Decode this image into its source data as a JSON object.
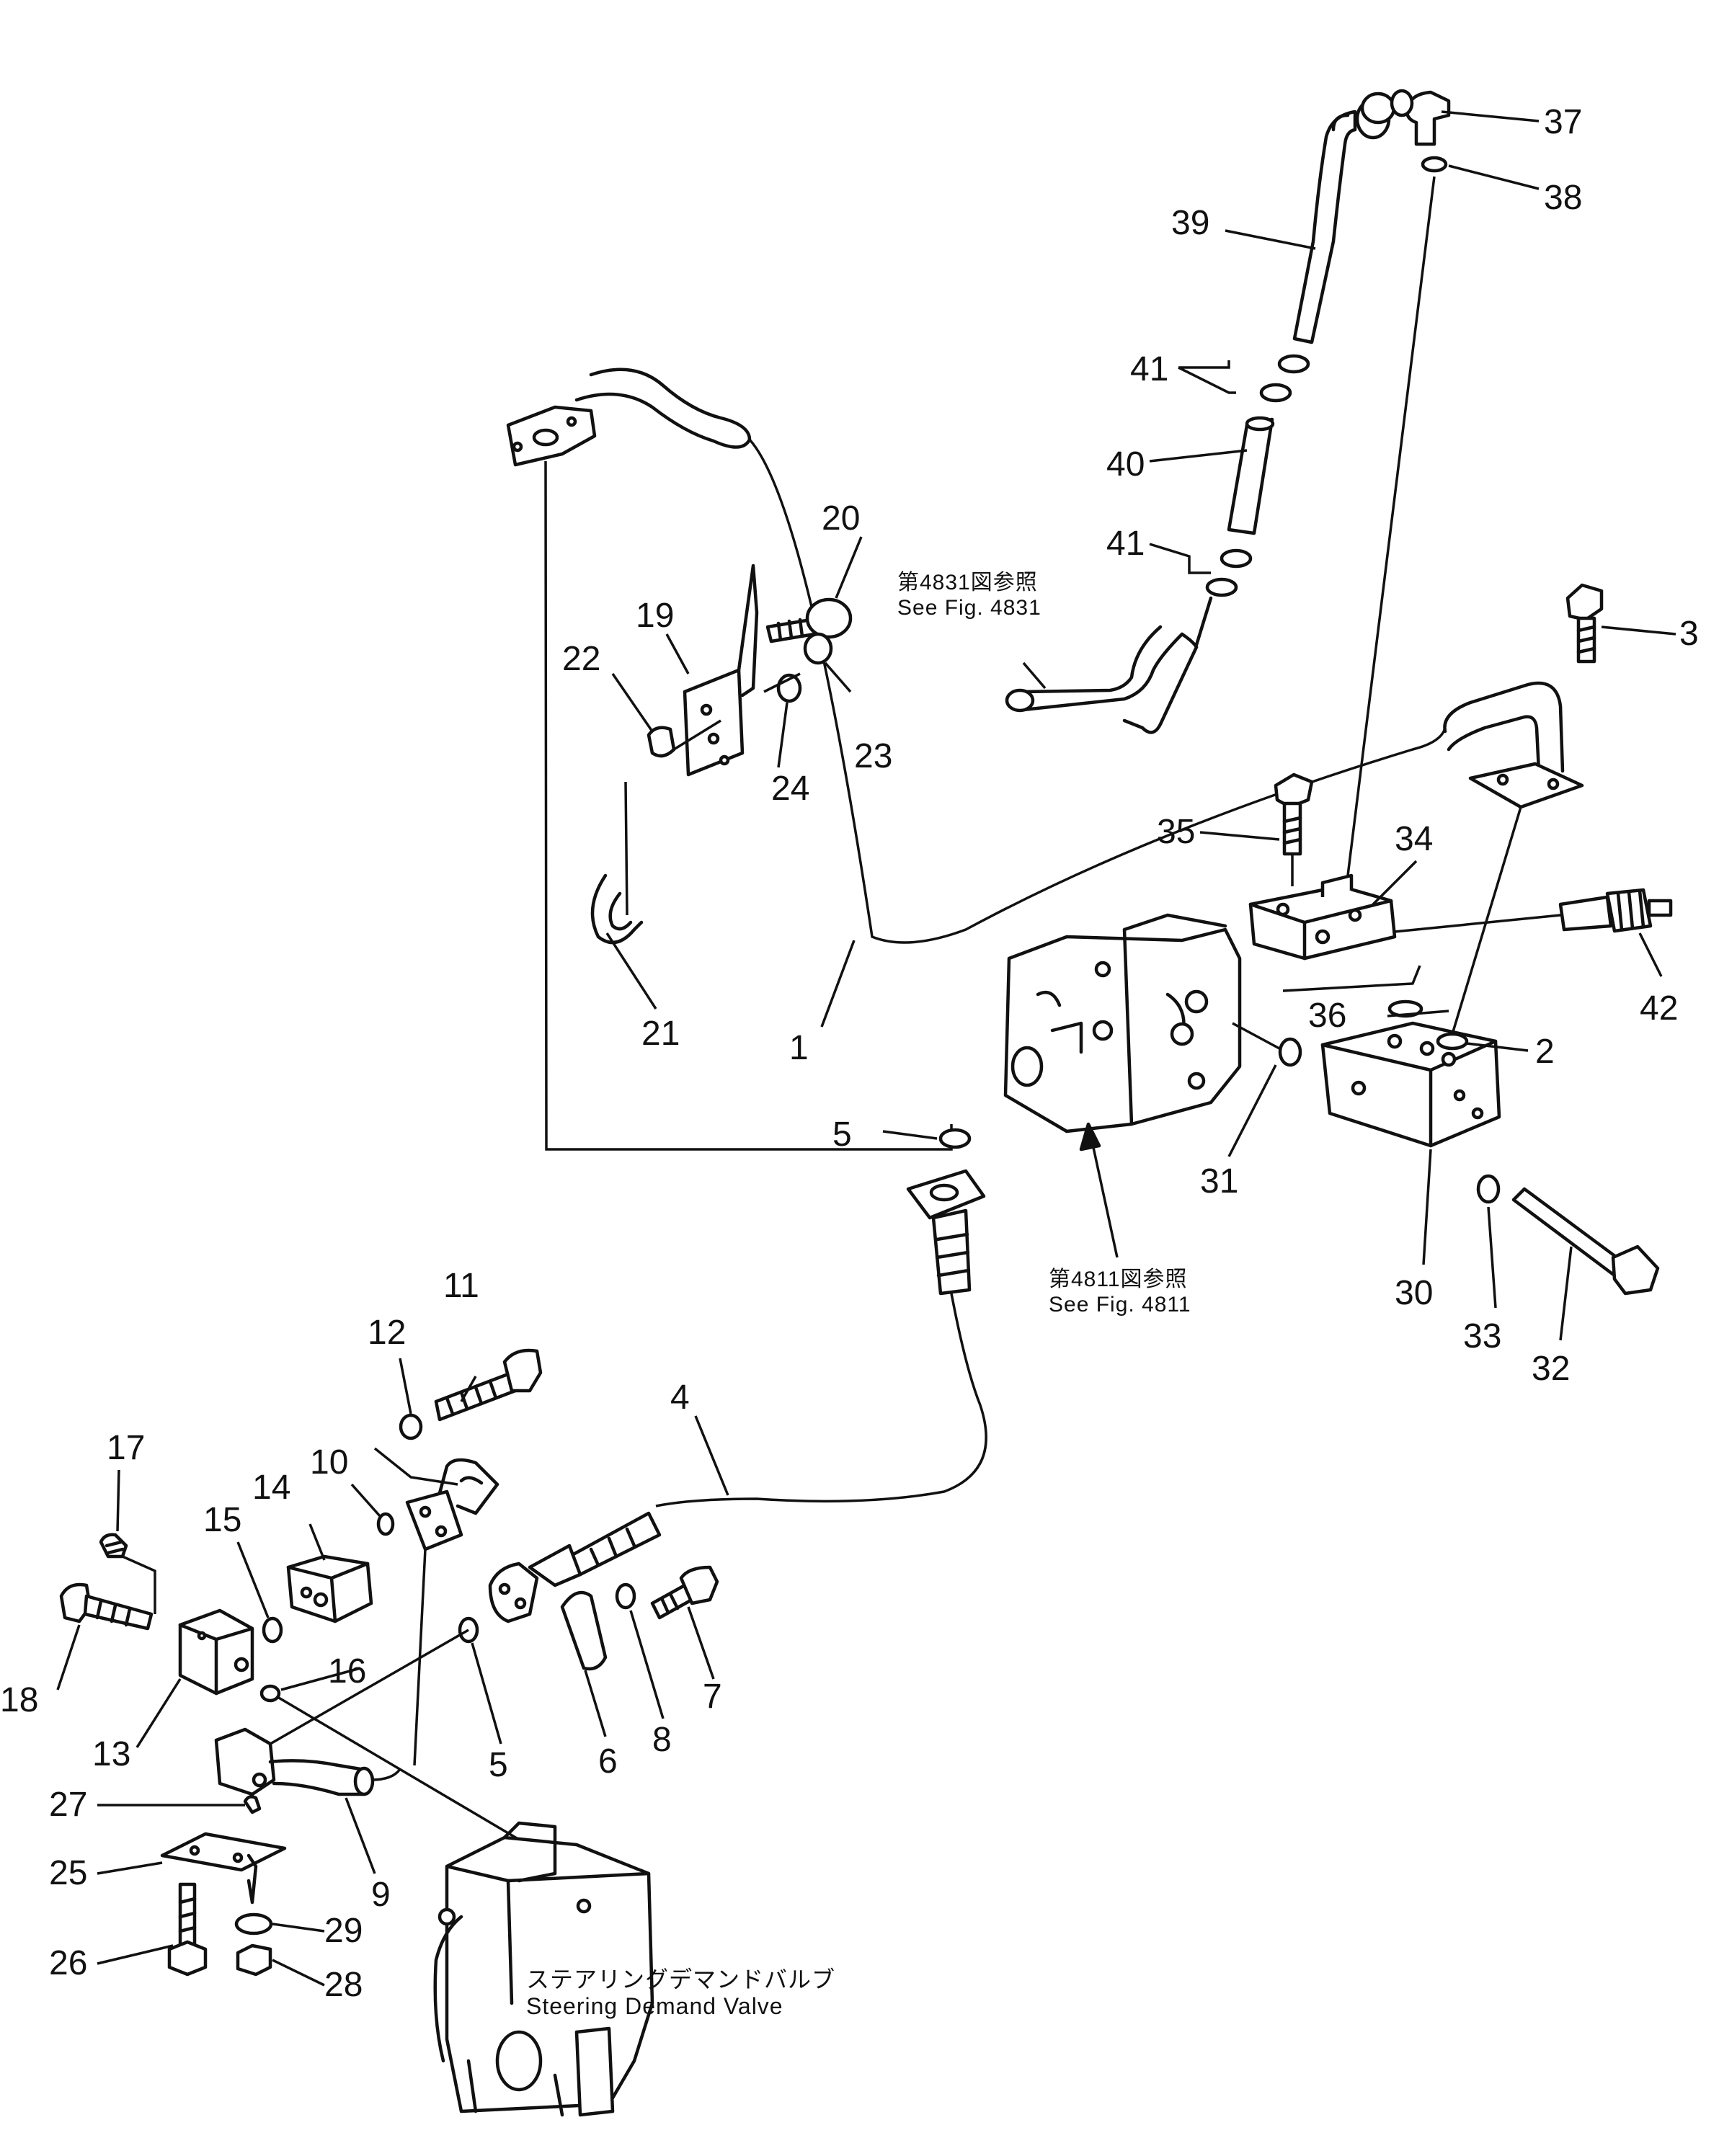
{
  "callouts": {
    "n1": "1",
    "n2": "2",
    "n3": "3",
    "n4": "4",
    "n5a": "5",
    "n5b": "5",
    "n6": "6",
    "n7": "7",
    "n8": "8",
    "n9": "9",
    "n10": "10",
    "n11": "11",
    "n12": "12",
    "n13": "13",
    "n14": "14",
    "n15": "15",
    "n16": "16",
    "n17": "17",
    "n18": "18",
    "n19": "19",
    "n20": "20",
    "n21": "21",
    "n22": "22",
    "n23": "23",
    "n24": "24",
    "n25": "25",
    "n26": "26",
    "n27": "27",
    "n28": "28",
    "n29": "29",
    "n30": "30",
    "n31": "31",
    "n32": "32",
    "n33": "33",
    "n34": "34",
    "n35": "35",
    "n36": "36",
    "n37": "37",
    "n38": "38",
    "n39": "39",
    "n40": "40",
    "n41a": "41",
    "n41b": "41",
    "n42": "42"
  },
  "references": {
    "fig4831_jp": "第4831図参照",
    "fig4831_en": "See  Fig.  4831",
    "fig4811_jp": "第4811図参照",
    "fig4811_en": "See  Fig.  4811"
  },
  "notes": {
    "steering_jp": "ステアリングデマンドバルブ",
    "steering_en": "Steering  Demand  Valve"
  }
}
